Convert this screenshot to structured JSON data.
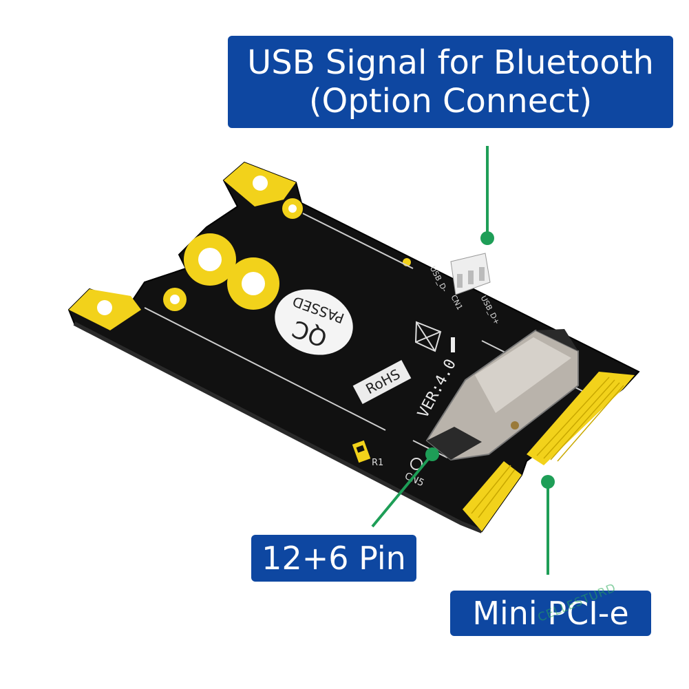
{
  "labels": {
    "usb_line1": "USB Signal for Bluetooth",
    "usb_line2": "(Option Connect)",
    "pin": "12+6 Pin",
    "pcie": "Mini PCI-e"
  },
  "board": {
    "qc_line1": "QC",
    "qc_line2": "PASSED",
    "rohs": "RoHS",
    "version": "VER:4.0",
    "usb_dminus": "USB_D-",
    "usb_dplus": "USB_D+",
    "cn1": "CN1",
    "cn5": "CN5",
    "r1": "R1"
  },
  "watermark": "CELLESTURD",
  "colors": {
    "label_bg": "#0e47a1",
    "leader_line": "#1e9e57",
    "pcb": "#101010",
    "gold_pad": "#f2d21b"
  }
}
